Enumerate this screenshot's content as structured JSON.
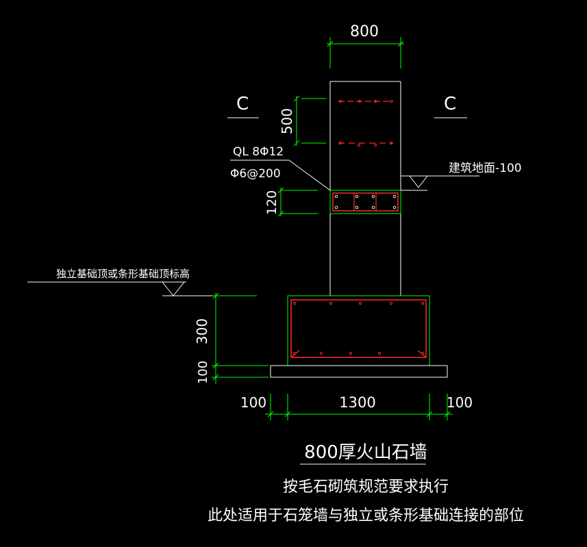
{
  "dimensions": {
    "top_width": "800",
    "wall_upper_height": "500",
    "ring_beam_height": "120",
    "footing_height": "300",
    "cushion_height": "100",
    "left_offset": "100",
    "footing_width": "1300",
    "right_offset": "100"
  },
  "section_marks": {
    "left": "C",
    "right": "C"
  },
  "annotations": {
    "ring_beam_main": "QL 8Φ12",
    "ring_beam_stirrup": "Φ6@200",
    "ground_level": "建筑地面-100",
    "foundation_top": "独立基础顶或条形基础顶标高"
  },
  "notes": {
    "title": "800厚火山石墙",
    "line1": "按毛石砌筑规范要求执行",
    "line2": "此处适用于石笼墙与独立或条形基础连接的部位"
  },
  "colors": {
    "background": "#000000",
    "outline": "#ffffff",
    "dimension": "#00ff00",
    "rebar": "#ff2a2a"
  }
}
